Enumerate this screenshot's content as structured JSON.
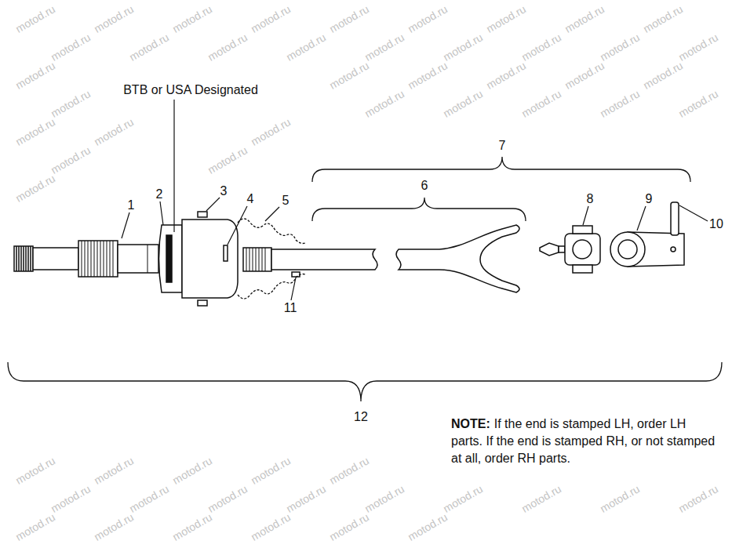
{
  "diagram": {
    "labels": [
      "BTB or USA Designated",
      "7",
      "6",
      "3",
      "8",
      "10",
      "1",
      "2",
      "5",
      "9",
      "4",
      "11",
      "12",
      "NOTE:",
      "If the end is stamped LH, order LH parts. If the end is stamped RH, or not stamped at all, order RH parts.",
      "motod.ru",
      "motod.ru",
      "motod.ru",
      "motod.ru",
      "motod.ru",
      "motod.ru",
      "motod.ru",
      "motod.ru",
      "motod.ru",
      "motod.ru",
      "motod.ru",
      "motod.ru",
      "motod.ru",
      "motod.ru",
      "motod.ru",
      "motod.ru",
      "motod.ru",
      "motod.ru",
      "motod.ru",
      "motod.ru",
      "motod.ru",
      "motod.ru",
      "motod.ru",
      "motod.ru",
      "motod.ru",
      "motod.ru",
      "motod.ru",
      "motod.ru",
      "motod.ru",
      "motod.ru",
      "motod.ru",
      "motod.ru",
      "motod.ru",
      "motod.ru",
      "motod.ru",
      "motod.ru",
      "motod.ru",
      "motod.ru",
      "motod.ru",
      "motod.ru",
      "motod.ru",
      "motod.ru",
      "motod.ru",
      "motod.ru",
      "motod.ru",
      "motod.ru",
      "motod.ru",
      "motod.ru",
      "motod.ru",
      "motod.ru",
      "motod.ru",
      "motod.ru",
      "motod.ru",
      "motod.ru",
      "motod.ru",
      "motod.ru"
    ]
  }
}
